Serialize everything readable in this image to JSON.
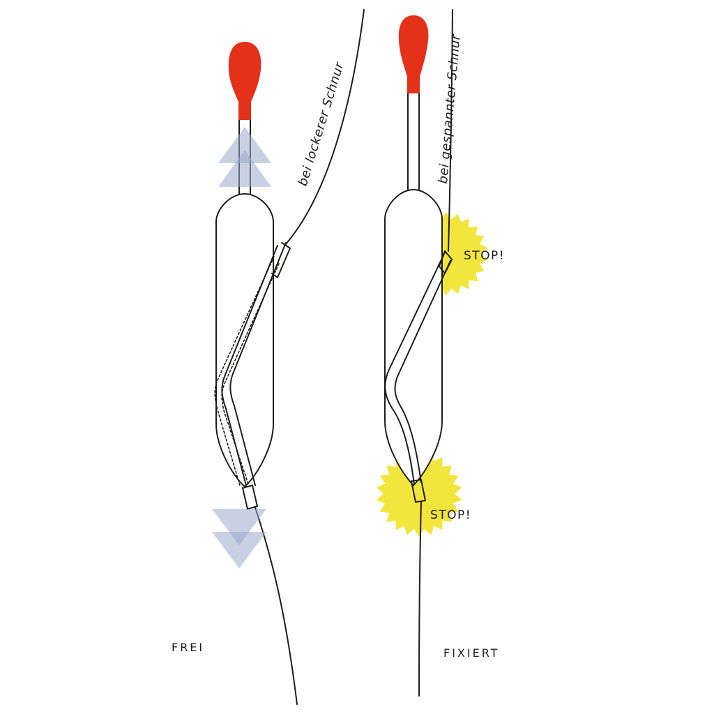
{
  "diagram": {
    "left": {
      "caption": "FREI",
      "line_label": "bei lockerer Schnur"
    },
    "right": {
      "caption": "FIXIERT",
      "line_label": "bei gespannter Schnur",
      "stop_top": "STOP!",
      "stop_bottom": "STOP!"
    }
  },
  "colors": {
    "tip": "#e3311a",
    "arrows": "#9aa9cc",
    "stop_burst": "#f2e63c",
    "line": "#1d1d1b"
  },
  "icons": {
    "up_arrows": "double-triangle-up",
    "down_arrows": "double-triangle-down",
    "stop_burst": "starburst"
  }
}
